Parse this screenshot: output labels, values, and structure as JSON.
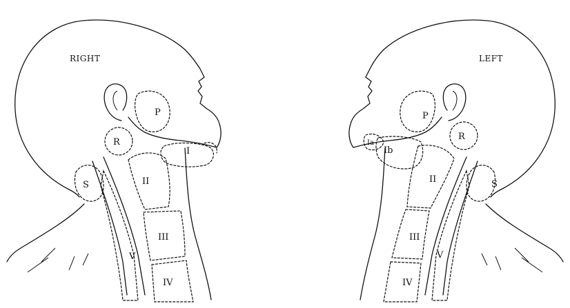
{
  "figure": {
    "right_panel": {
      "side_label": "RIGHT",
      "levels": {
        "I": "I",
        "II": "II",
        "III": "III",
        "IV": "IV",
        "V": "V",
        "P": "P",
        "R": "R",
        "S": "S"
      }
    },
    "left_panel": {
      "side_label": "LEFT",
      "levels": {
        "Ia": "Ia",
        "Ib": "Ib",
        "II": "II",
        "III": "III",
        "IV": "IV",
        "V": "V",
        "P": "P",
        "R": "R",
        "S": "S"
      }
    }
  }
}
